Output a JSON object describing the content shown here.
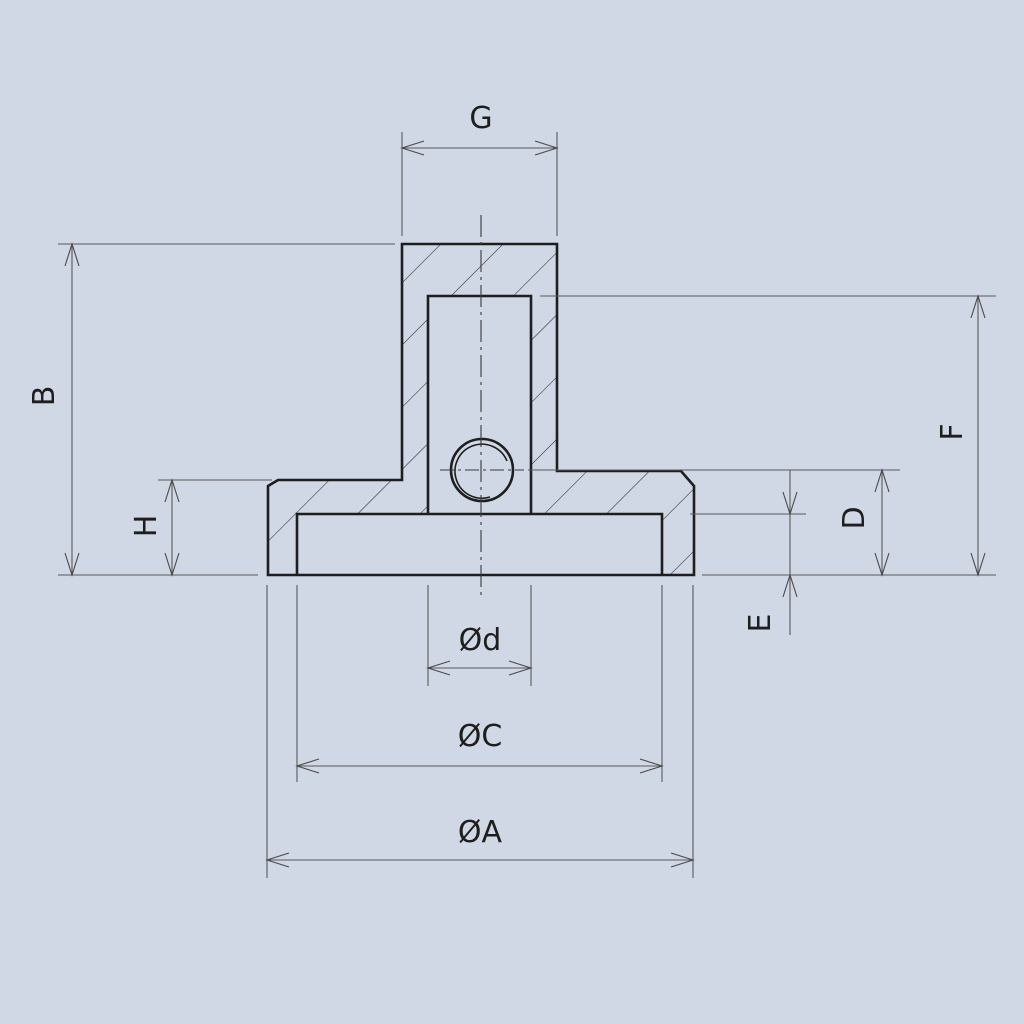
{
  "labels": {
    "G": "G",
    "B": "B",
    "F": "F",
    "H": "H",
    "D": "D",
    "E": "E",
    "d": "Ød",
    "C": "ØC",
    "A": "ØA"
  },
  "colors": {
    "background": "#d0d7e5",
    "outline": "#1e1e1e",
    "dimension_line": "#5a5a5a"
  }
}
